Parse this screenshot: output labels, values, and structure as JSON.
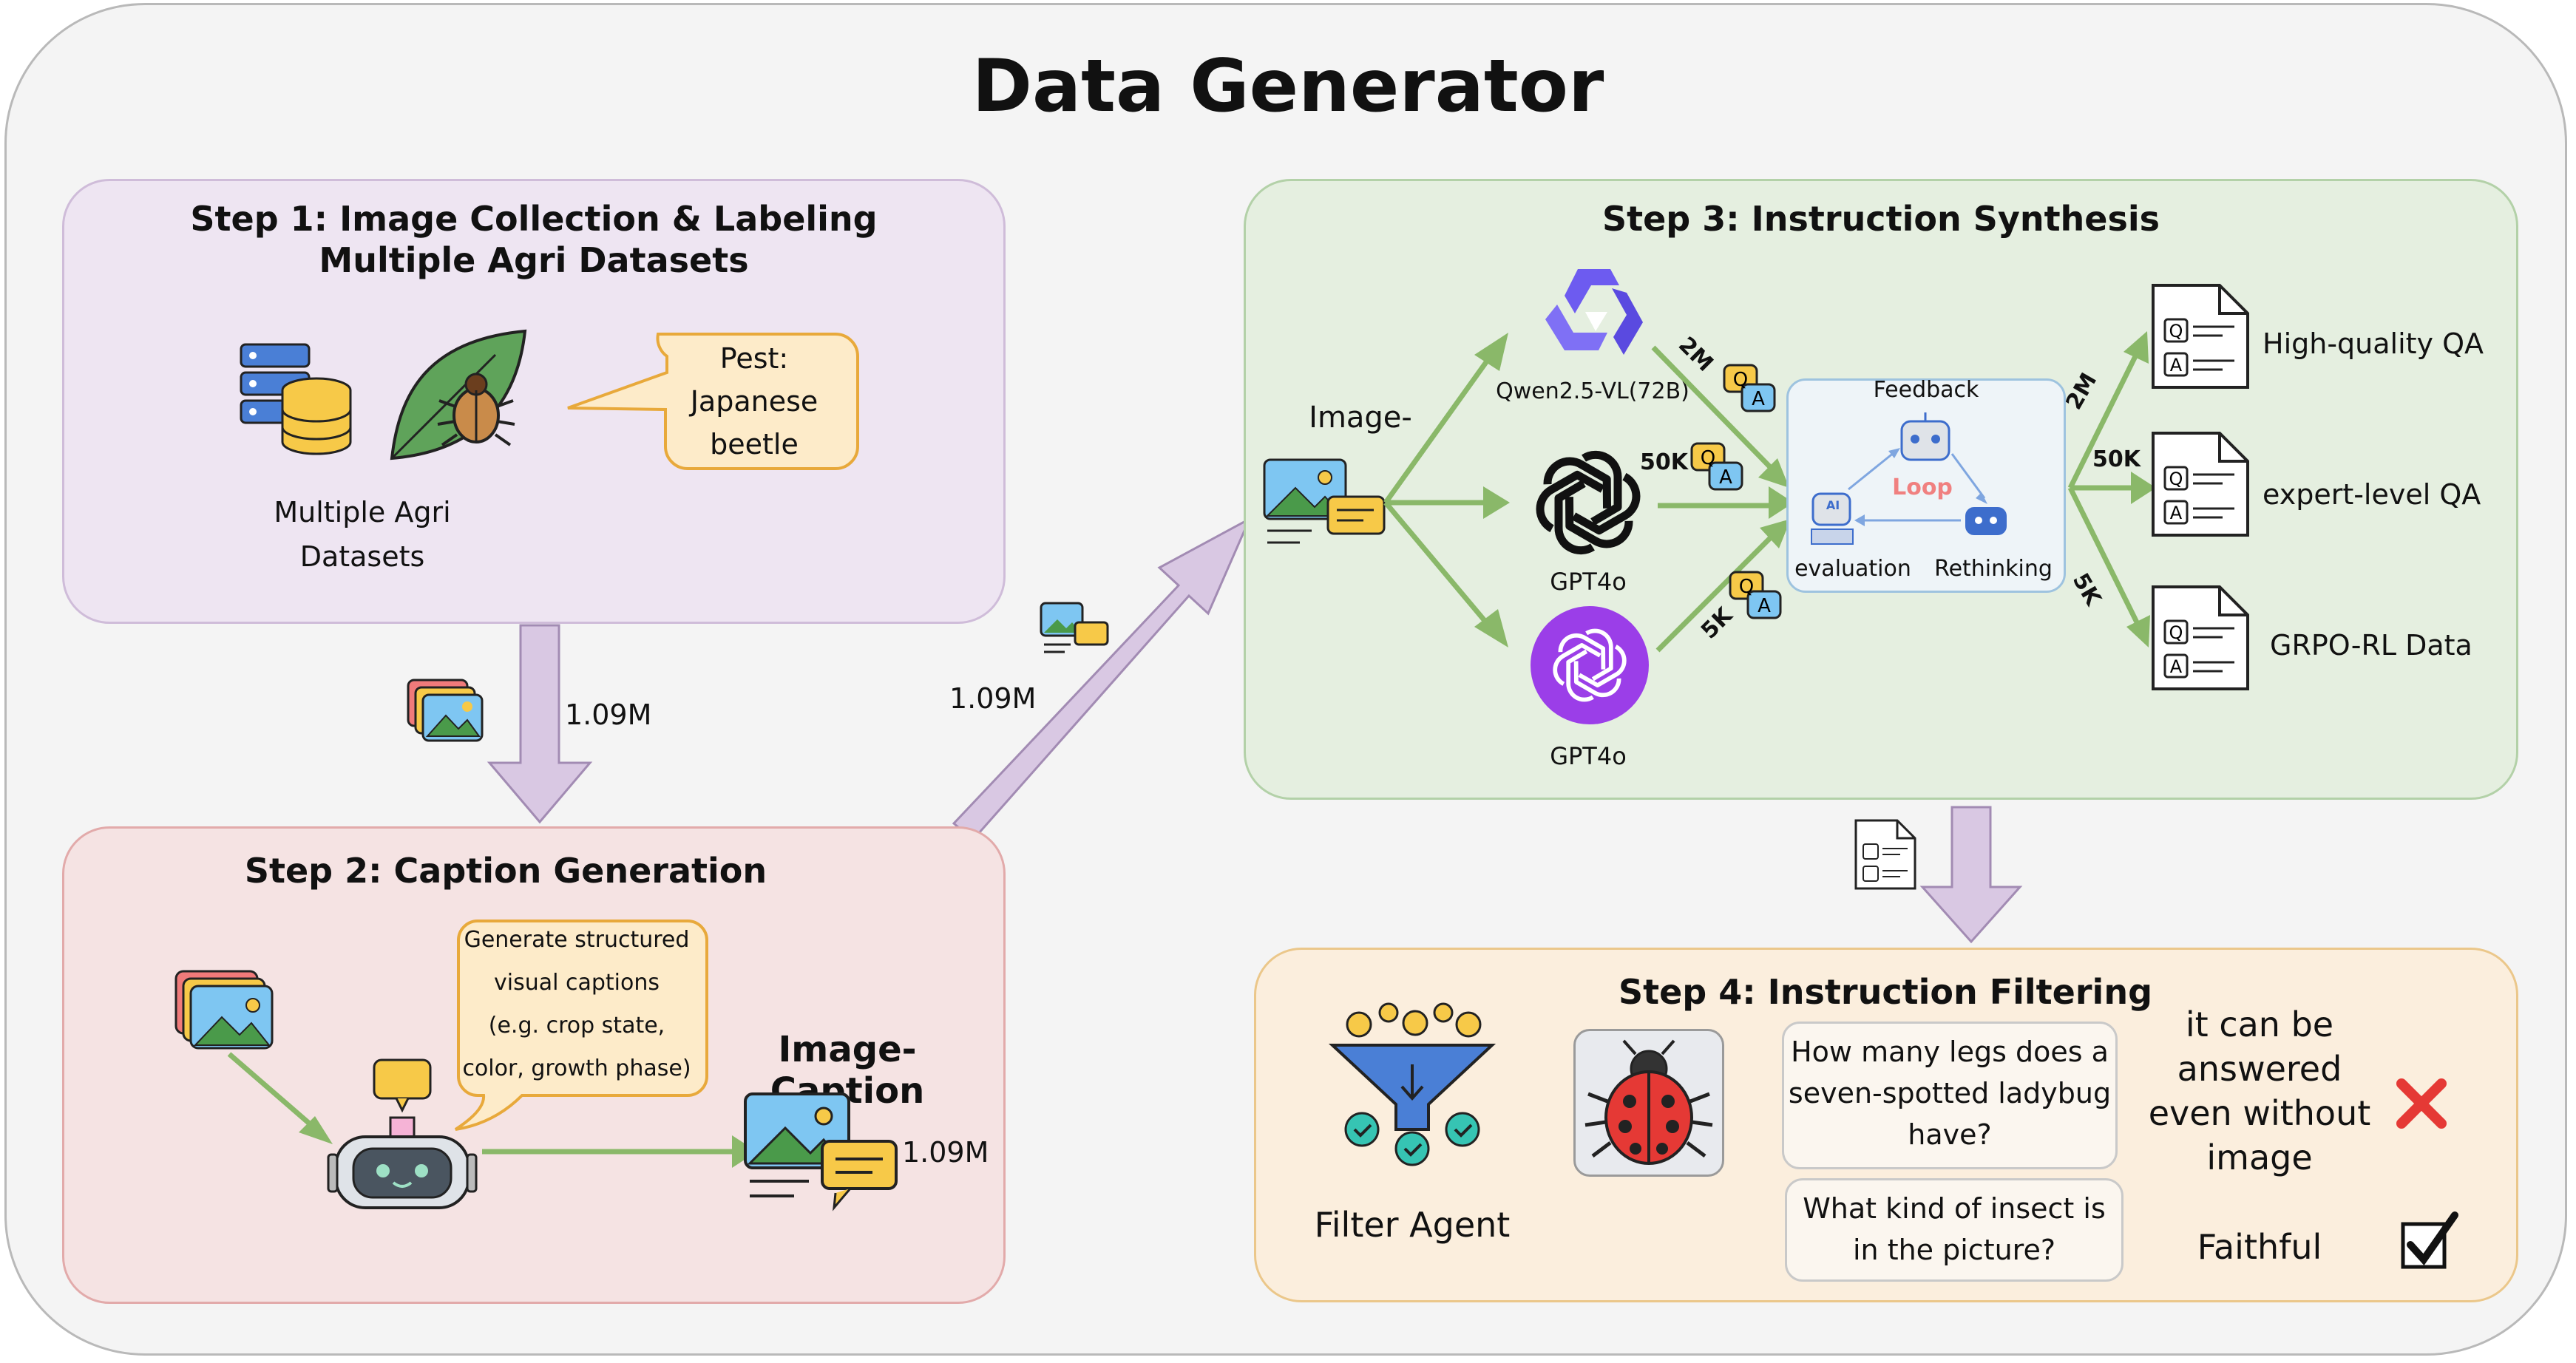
{
  "title": "Data Generator",
  "step1": {
    "title_line1": "Step 1: Image Collection & Labeling",
    "title_line2": "Multiple Agri Datasets",
    "datasets_line1": "Multiple Agri",
    "datasets_line2": "Datasets",
    "bubble_line1": "Pest:",
    "bubble_line2": "Japanese",
    "bubble_line3": "beetle"
  },
  "arrow_count_down": "1.09M",
  "arrow_count_diag": "1.09M",
  "step2": {
    "title": "Step 2: Caption Generation",
    "bubble_line1": "Generate structured",
    "bubble_line2": "visual captions",
    "bubble_line3": "(e.g. crop state,",
    "bubble_line4": "color, growth phase)",
    "output_label": "Image-Caption",
    "output_count": "1.09M"
  },
  "step3": {
    "title": "Step 3: Instruction Synthesis",
    "input_label": "Image-",
    "model1": "Qwen2.5-VL(72B)",
    "model2": "GPT4o",
    "model3": "GPT4o",
    "count1": "2M",
    "count2": "50K",
    "count3": "5K",
    "loop": {
      "feedback": "Feedback",
      "loop": "Loop",
      "evaluation": "evaluation",
      "rethinking": "Rethinking",
      "ai_badge": "AI"
    },
    "out_count1": "2M",
    "out_count2": "50K",
    "out_count3": "5K",
    "output1": "High-quality QA",
    "output2": "expert-level QA",
    "output3": "GRPO-RL Data"
  },
  "step4": {
    "title": "Step 4: Instruction Filtering",
    "agent_label": "Filter Agent",
    "q1_line1": "How many legs does a",
    "q1_line2": "seven-spotted ladybug",
    "q1_line3": "have?",
    "q2_line1": "What kind of insect is",
    "q2_line2": "in the picture?",
    "verdict1_line1": "it can be",
    "verdict1_line2": "answered",
    "verdict1_line3": "even without",
    "verdict1_line4": "image",
    "verdict2": "Faithful"
  },
  "doc_q": "Q",
  "doc_a": "A",
  "colors": {
    "step1_bg": "#eee5f2",
    "step2_bg": "#f5e3e3",
    "step3_bg": "#e5efe0",
    "step4_bg": "#fbeedd",
    "arrow_purple": "#d9c8e3",
    "arrow_green": "#8ab869",
    "loop_red": "#f08080",
    "cross_red": "#e53935"
  },
  "icons": [
    "database-icon",
    "leaf-beetle-icon",
    "image-stack-icon",
    "robot-icon",
    "image-caption-icon",
    "qwen-logo-icon",
    "openai-logo-icon",
    "qa-chat-icon",
    "qa-document-icon",
    "funnel-icon",
    "ladybug-icon",
    "cross-icon",
    "checkbox-icon"
  ]
}
